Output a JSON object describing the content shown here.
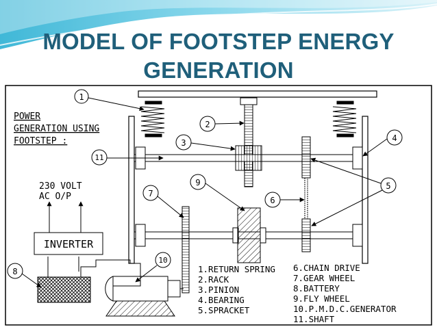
{
  "slide": {
    "title_line1": "MODEL OF FOOTSTEP ENERGY",
    "title_line2": "GENERATION",
    "colors": {
      "title": "#1f5f7a",
      "swoosh_dark": "#5fc8e0",
      "swoosh_light": "#bfe9f3",
      "line": "#000000"
    }
  },
  "diagram": {
    "caption_lines": [
      "POWER",
      "GENERATION USING",
      "FOOTSTEP :"
    ],
    "output_lines": [
      "230 VOLT",
      "AC O/P"
    ],
    "inverter_label": "INVERTER",
    "callouts": [
      "1",
      "2",
      "3",
      "4",
      "5",
      "6",
      "7",
      "8",
      "9",
      "10",
      "11"
    ],
    "legend_left": [
      "1.RETURN SPRING",
      "2.RACK",
      "3.PINION",
      "4.BEARING",
      "5.SPRACKET"
    ],
    "legend_right": [
      "6.CHAIN DRIVE",
      "7.GEAR WHEEL",
      "8.BATTERY",
      "9.FLY WHEEL",
      "10.P.M.D.C.GENERATOR",
      "11.SHAFT"
    ]
  }
}
